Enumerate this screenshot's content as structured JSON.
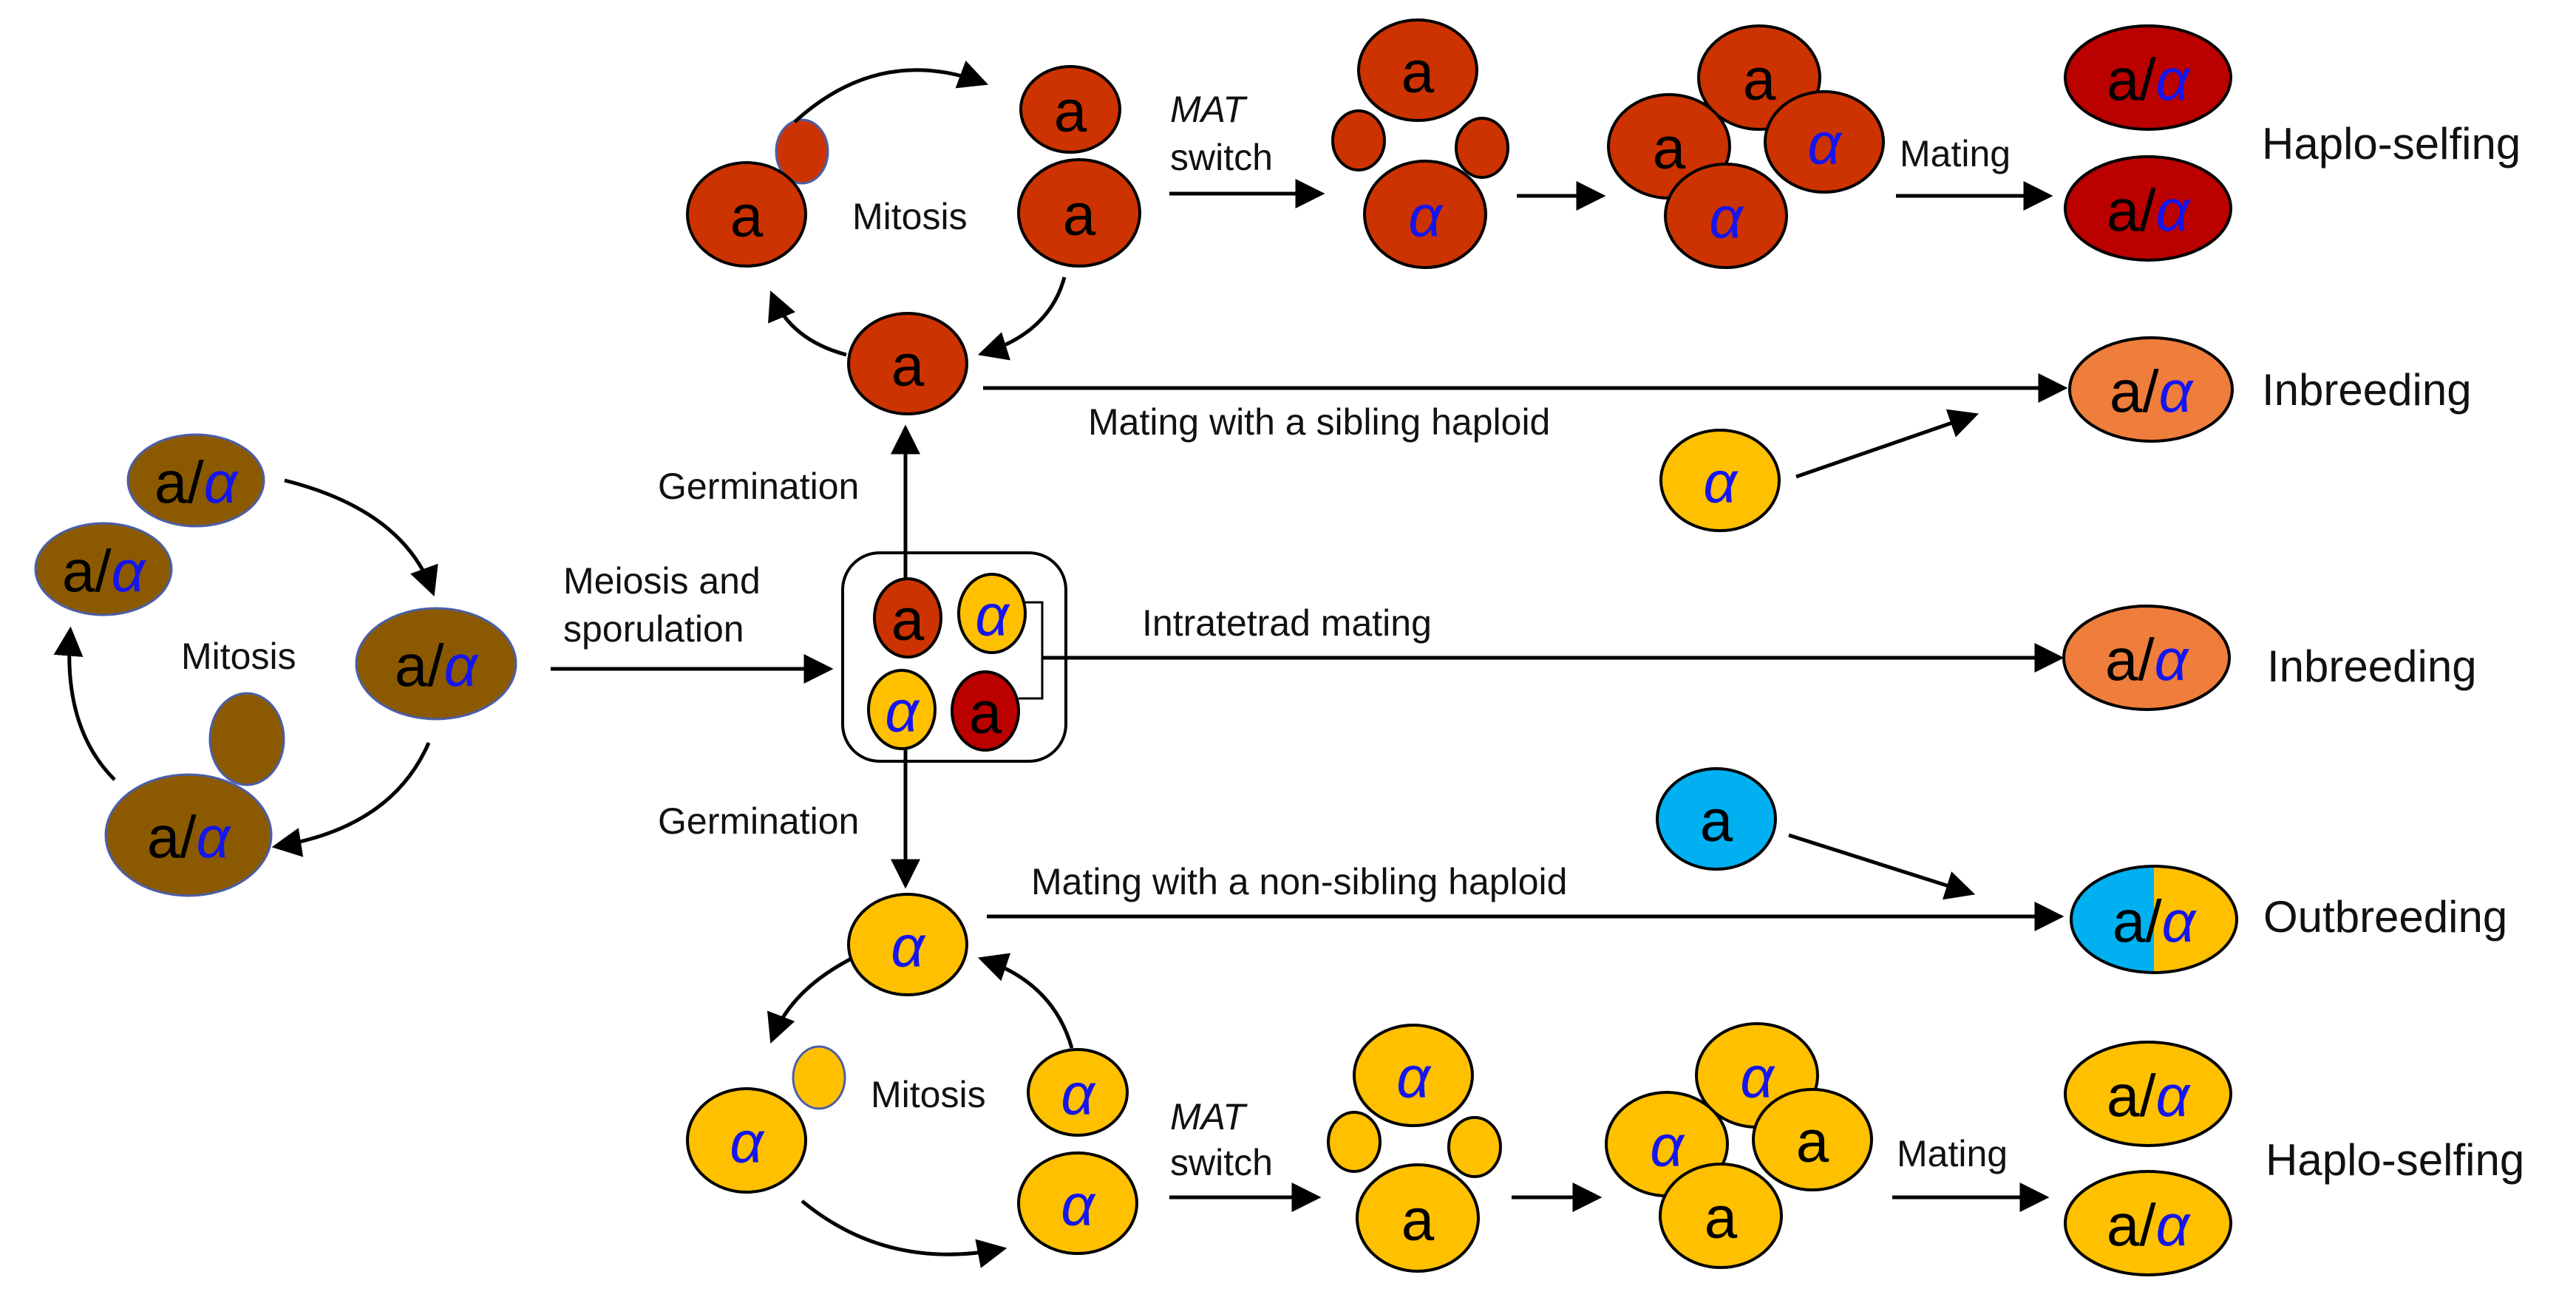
{
  "genotype": {
    "a": "a",
    "alpha": "α",
    "slash": "/"
  },
  "labels": {
    "mitosis": "Mitosis",
    "mat_switch_line1": "MAT",
    "mat_switch_line2": "switch",
    "mating": "Mating",
    "germination": "Germination",
    "meiosis_line1": "Meiosis and",
    "meiosis_line2": "sporulation",
    "intratetrad_mating": "Intratetrad mating",
    "sibling_mating": "Mating with a sibling haploid",
    "nonsibling_mating": "Mating with a non-sibling haploid"
  },
  "outcomes": {
    "haplo_selfing_top": "Haplo-selfing",
    "inbreeding_sibling": "Inbreeding",
    "inbreeding_intratetrad": "Inbreeding",
    "outbreeding": "Outbreeding",
    "haplo_selfing_bottom": "Haplo-selfing"
  },
  "colors": {
    "diploid_brown": "#8b5a00",
    "haploid_a_red": "#cc3300",
    "haploid_a_dark_red": "#bb0000",
    "haploid_alpha_yellow": "#ffc000",
    "inbred_orange": "#ef7d3c",
    "nonsibling_a_blue": "#00b0f0",
    "alpha_text_blue": "#1515ee"
  }
}
